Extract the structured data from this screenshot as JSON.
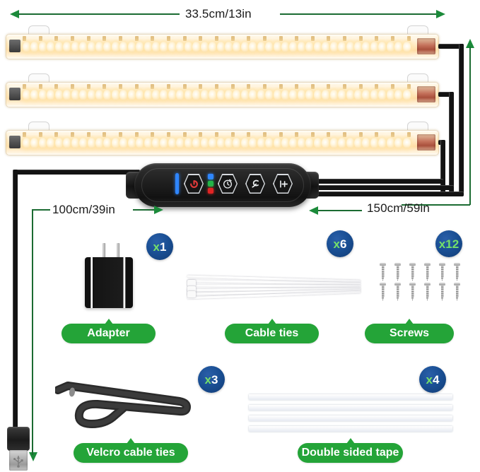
{
  "product": {
    "name": "LED grow light strip kit",
    "strip_count": 3
  },
  "dimensions": {
    "strip_length": "33.5cm/13in",
    "usb_cable_length": "100cm/39in",
    "connector_cable_length": "150cm/59in"
  },
  "controller": {
    "buttons": [
      {
        "name": "power-button",
        "icon": "power-icon"
      },
      {
        "name": "timer-button",
        "icon": "clock-timer-icon"
      },
      {
        "name": "mode-button",
        "icon": "swirl-mode-icon"
      },
      {
        "name": "brightness-up-button",
        "icon": "plus-brightness-icon"
      }
    ],
    "indicators": [
      {
        "name": "blue-indicator",
        "color": "#2f86ff"
      },
      {
        "name": "green-indicator",
        "color": "#23b548"
      },
      {
        "name": "red-indicator",
        "color": "#e02424"
      }
    ],
    "status_bar_color": "#2f86ff"
  },
  "accessories": [
    {
      "id": "adapter",
      "label": "Adapter",
      "qty": "x1",
      "qty_x": "x",
      "qty_n": "1"
    },
    {
      "id": "cable-ties",
      "label": "Cable ties",
      "qty": "x6",
      "qty_x": "x",
      "qty_n": "6"
    },
    {
      "id": "screws",
      "label": "Screws",
      "qty": "x12",
      "qty_x": "x",
      "qty_n": "12"
    },
    {
      "id": "velcro-ties",
      "label": "Velcro cable ties",
      "qty": "x3",
      "qty_x": "x",
      "qty_n": "3"
    },
    {
      "id": "double-tape",
      "label": "Double sided tape",
      "qty": "x4",
      "qty_x": "x",
      "qty_n": "4"
    }
  ],
  "colors": {
    "measure_line": "#1b6b32",
    "arrow": "#1b8a3a",
    "pill_green": "#24a438",
    "badge_blue": "#194e93",
    "badge_text_green": "#74e06a",
    "background": "#ffffff"
  }
}
